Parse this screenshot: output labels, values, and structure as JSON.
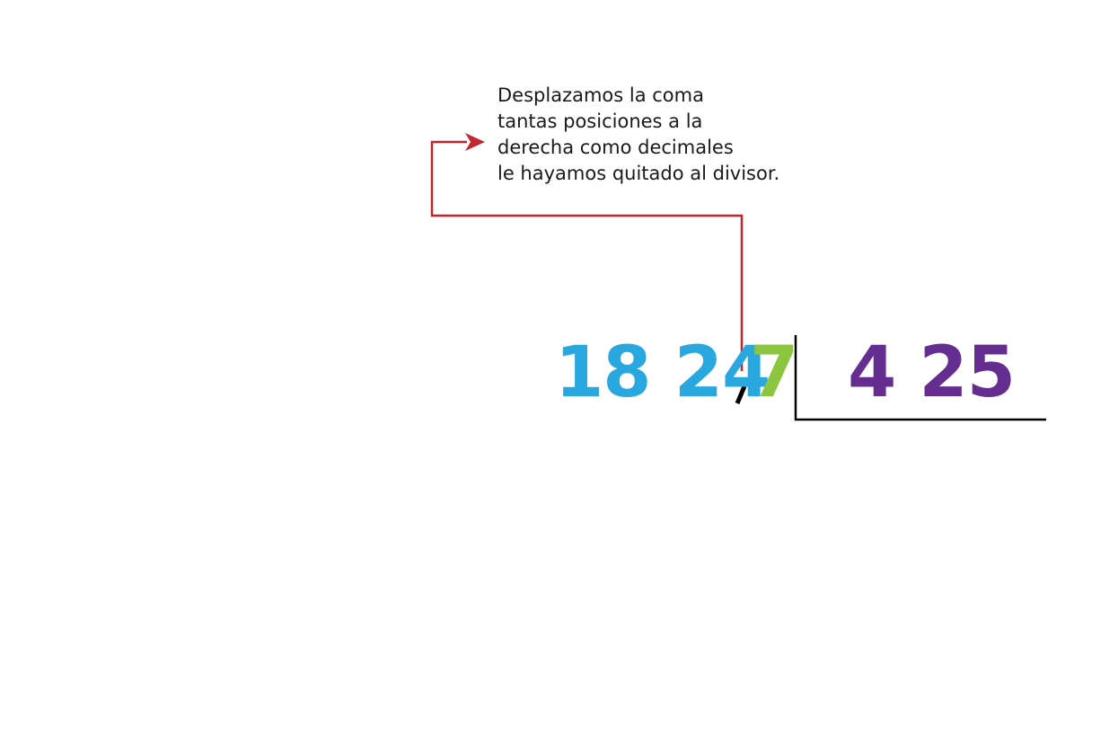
{
  "annotation": {
    "lines": [
      "Desplazamos la coma",
      "tantas posiciones a la",
      "derecha como decimales",
      "le hayamos quitado al divisor."
    ]
  },
  "division": {
    "dividend_integer": "18 24",
    "dividend_decimal": "7",
    "divisor": "4 25"
  },
  "colors": {
    "dividend_integer": "#29a8e0",
    "dividend_decimal": "#8cc63f",
    "divisor": "#662d91",
    "arrow": "#c1272d",
    "comma": "#000000",
    "bracket": "#000000",
    "text": "#1a1a1a"
  }
}
